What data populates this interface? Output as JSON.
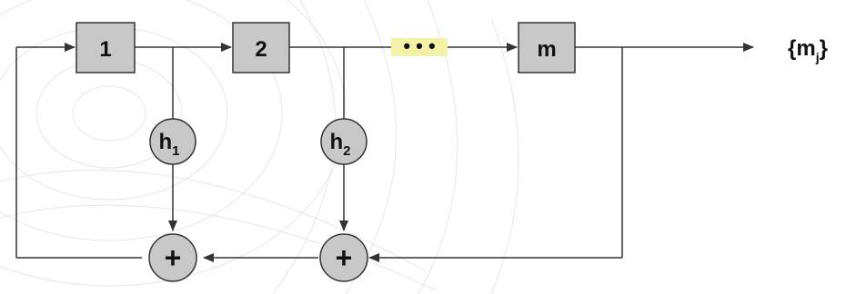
{
  "registers": {
    "first": "1",
    "second": "2",
    "last": "m"
  },
  "taps": {
    "h1": {
      "base": "h",
      "sub": "1"
    },
    "h2": {
      "base": "h",
      "sub": "2"
    }
  },
  "adders": {
    "symbol": "+"
  },
  "ellipsis": "• • •",
  "output": {
    "open": "{m",
    "sub": "j",
    "close": "}"
  },
  "colors": {
    "box_fill": "#c8c8c8",
    "node_fill": "#c8c8c8",
    "line": "#333333",
    "ellipsis_highlight": "#f4f1a8",
    "background_pattern": "#e6e6e6"
  }
}
